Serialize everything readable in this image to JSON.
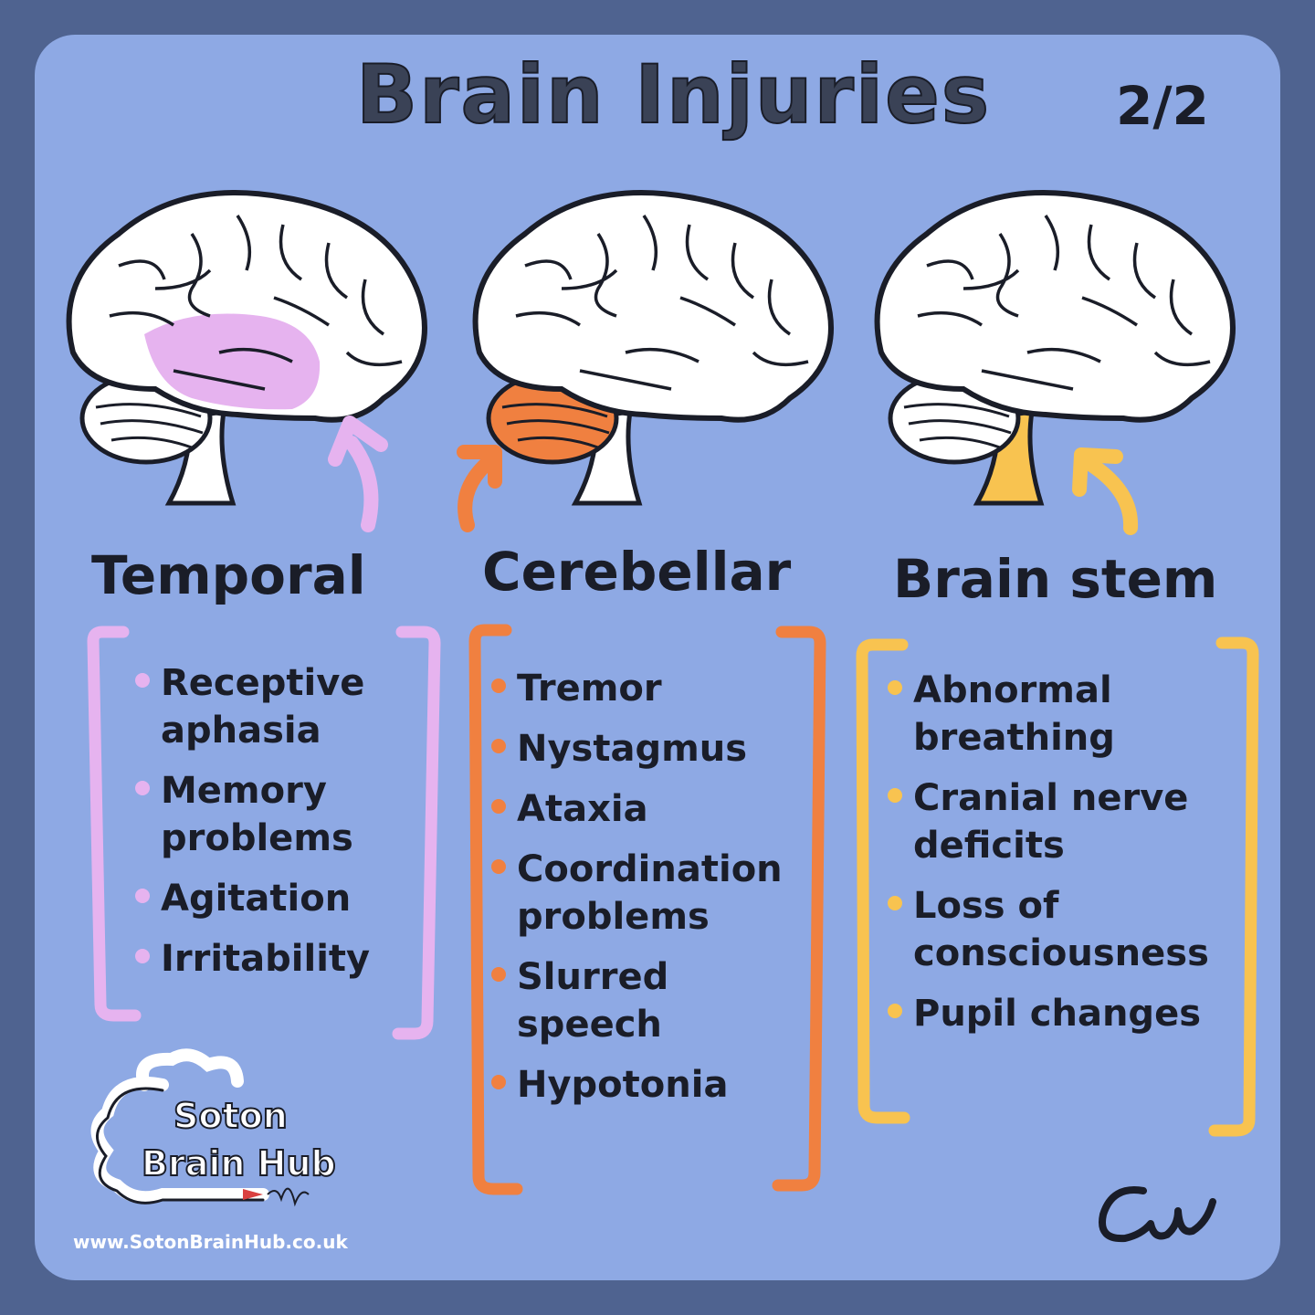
{
  "title": "Brain Injuries",
  "page_indicator": "2/2",
  "sections": [
    {
      "name": "Temporal",
      "highlight_color": "#e6b3ef",
      "symptoms": [
        "Receptive aphasia",
        "Memory problems",
        "Agitation",
        "Irritability"
      ]
    },
    {
      "name": "Cerebellar",
      "highlight_color": "#f08040",
      "symptoms": [
        "Tremor",
        "Nystagmus",
        "Ataxia",
        "Coordination problems",
        "Slurred speech",
        "Hypotonia"
      ]
    },
    {
      "name": "Brain stem",
      "highlight_color": "#f8c350",
      "symptoms": [
        "Abnormal breathing",
        "Cranial nerve deficits",
        "Loss of consciousness",
        "Pupil changes"
      ]
    }
  ],
  "logo": {
    "line1": "Soton",
    "line2": "Brain Hub"
  },
  "website": "www.SotonBrainHub.co.uk",
  "signature": "Cw",
  "colors": {
    "outer_background": "#4f6390",
    "card_background": "#8ea9e4",
    "text": "#1a1d28"
  }
}
